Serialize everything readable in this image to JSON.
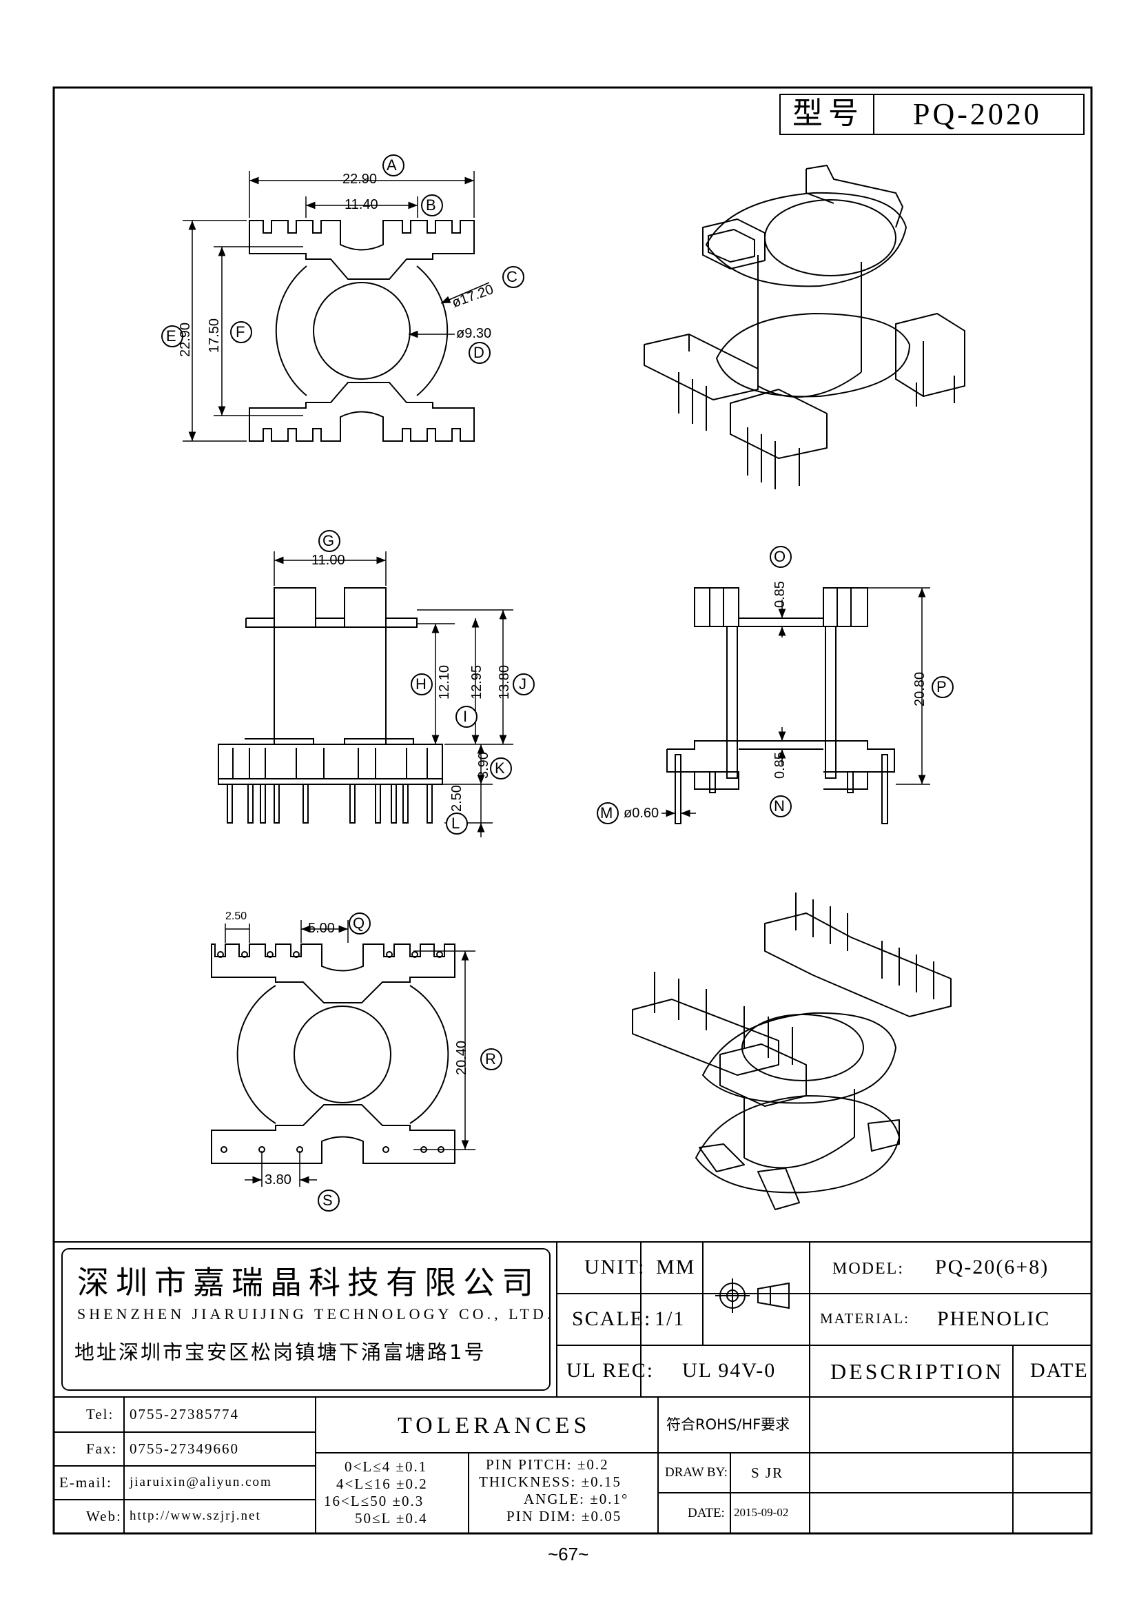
{
  "title_block": {
    "type_label": "型号",
    "type_value": "PQ-2020"
  },
  "dimensions": {
    "a": {
      "tag": "A",
      "value": "22.90"
    },
    "b": {
      "tag": "B",
      "value": "11.40"
    },
    "c": {
      "tag": "C",
      "value": "ø17.20"
    },
    "d": {
      "tag": "D",
      "value": "ø9.30"
    },
    "e": {
      "tag": "E",
      "value": "22.90"
    },
    "f": {
      "tag": "F",
      "value": "17.50"
    },
    "g": {
      "tag": "G",
      "value": "11.00"
    },
    "h": {
      "tag": "H",
      "value": "12.10"
    },
    "i": {
      "tag": "I",
      "value": "12.95"
    },
    "j": {
      "tag": "J",
      "value": "13.80"
    },
    "k": {
      "tag": "K",
      "value": "3.90"
    },
    "l": {
      "tag": "L",
      "value": "2.50"
    },
    "m": {
      "tag": "M",
      "value": "ø0.60"
    },
    "n": {
      "tag": "N",
      "value": "0.85"
    },
    "o": {
      "tag": "O",
      "value": "0.85"
    },
    "p": {
      "tag": "P",
      "value": "20.80"
    },
    "q": {
      "tag": "Q",
      "value": "5.00"
    },
    "q_pitch": {
      "value": "2.50"
    },
    "r": {
      "tag": "R",
      "value": "20.40"
    },
    "s": {
      "tag": "S",
      "value": "3.80"
    }
  },
  "company": {
    "name_cn": "深圳市嘉瑞晶科技有限公司",
    "name_en": "SHENZHEN JIARUIJING TECHNOLOGY CO., LTD.",
    "address": "地址深圳市宝安区松岗镇塘下涌富塘路1号"
  },
  "specs": {
    "unit_label": "UNIT:",
    "unit_value": "MM",
    "scale_label": "SCALE:",
    "scale_value": "1/1",
    "ulrec_label": "UL REC:",
    "ulrec_value": "UL 94V-0",
    "model_label": "MODEL:",
    "model_value": "PQ-20(6+8)",
    "material_label": "MATERIAL:",
    "material_value": "PHENOLIC",
    "description_label": "DESCRIPTION",
    "date_label": "DATE"
  },
  "contact": {
    "tel_label": "Tel:",
    "tel": "0755-27385774",
    "fax_label": "Fax:",
    "fax": "0755-27349660",
    "email_label": "E-mail:",
    "email": "jiaruixin@aliyun.com",
    "web_label": "Web:",
    "web": "http://www.szjrj.net"
  },
  "tolerances": {
    "title": "TOLERANCES",
    "ranges": [
      "0<L≤4 ±0.1",
      "4<L≤16 ±0.2",
      "16<L≤50 ±0.3",
      "50≤L ±0.4"
    ],
    "others": [
      "PIN PITCH: ±0.2",
      "THICKNESS: ±0.15",
      "ANGLE: ±0.1°",
      "PIN DIM: ±0.05"
    ]
  },
  "compliance": {
    "rohs": "符合ROHS/HF要求",
    "drawby_label": "DRAW BY:",
    "drawby": "S JR",
    "date_label": "DATE:",
    "date": "2015-09-02"
  },
  "page_number": "~67~"
}
